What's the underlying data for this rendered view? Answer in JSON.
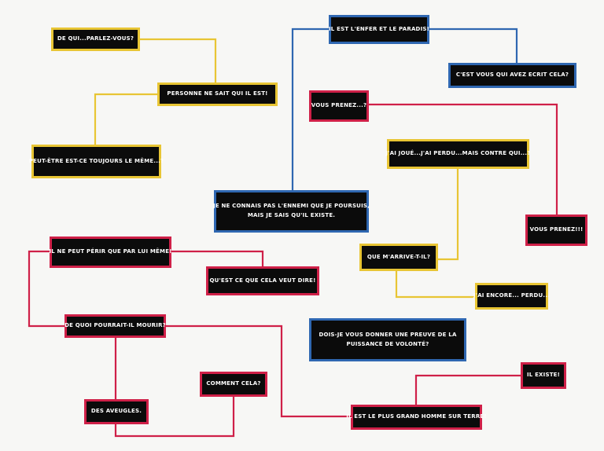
{
  "colors": {
    "yellow": "#e8c534",
    "blue": "#2f67b1",
    "red": "#cf2048",
    "box": "#0b0b0b",
    "background": "#f7f7f5"
  },
  "boxes": {
    "b01": "DE  QUI...PARLEZ-VOUS?",
    "b02": "PERSONNE NE SAIT QUI IL EST!",
    "b03": "PEUT-ÊTRE EST-CE TOUJOURS LE MÊME...?",
    "b04": "IL EST L'ENFER ET LE PARADIS!",
    "b05": "C'EST VOUS QUI AVEZ ECRIT CELA?",
    "b06": "VOUS PRENEZ...?",
    "b07": "J'AI JOUÉ...J'AI PERDU...MAIS CONTRE QUI...?",
    "b08_line1": "JE NE CONNAIS PAS L'ENNEMI QUE JE POURSUIS,",
    "b08_line2": "MAIS JE SAIS QU'IL EXISTE.",
    "b09": "VOUS PRENEZ!!!",
    "b10": "QUE  M'ARRIVE-T-IL?",
    "b11": "IL NE PEUT PÉRIR QUE PAR LUI MÊME!",
    "b12": "QU'EST CE QUE CELA VEUT DIRE!",
    "b13": "J'AI ENCORE...  PERDU...",
    "b14": "DE QUOI POURRAIT-IL MOURIR?",
    "b15_line1": "DOIS-JE VOUS DONNER  UNE PREUVE DE LA",
    "b15_line2": "PUISSANCE  DE  VOLONTÉ?",
    "b16": "IL  EXISTE!",
    "b17": "COMMENT CELA?",
    "b18": "DES AVEUGLES.",
    "b19": "IL  EST LE PLUS GRAND HOMME SUR TERRE!"
  }
}
